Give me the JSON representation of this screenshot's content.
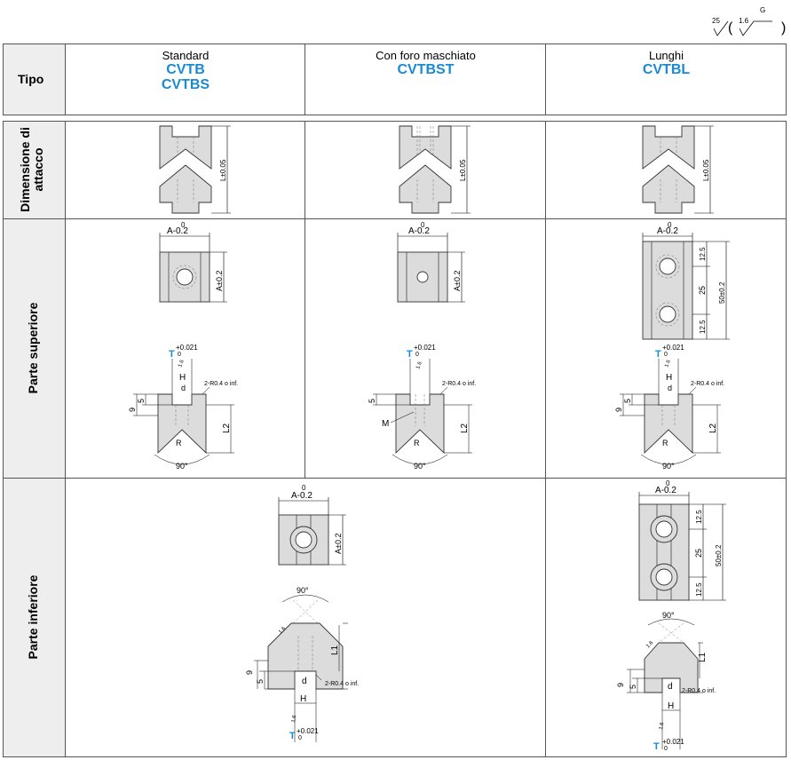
{
  "roughness": {
    "main": "25",
    "secondary": "1.6",
    "process_mark": "G"
  },
  "header": {
    "row_label": "Tipo",
    "columns": [
      {
        "subtitle": "Standard",
        "codes": [
          "CVTB",
          "CVTBS"
        ]
      },
      {
        "subtitle": "Con foro maschiato",
        "codes": [
          "CVTBST"
        ]
      },
      {
        "subtitle": "Lunghi",
        "codes": [
          "CVTBL"
        ]
      }
    ]
  },
  "rows": {
    "attach": {
      "label_line1": "Dimensione di",
      "label_line2": "attacco"
    },
    "upper": {
      "label": "Parte superiore"
    },
    "lower": {
      "label": "Parte inferiore"
    }
  },
  "dims": {
    "a_top": "A-0.2",
    "a_top_sup": "0",
    "a_side": "A±0.2",
    "l_tol": "L±0.05",
    "l2": "L2",
    "l1": "L1",
    "h": "H",
    "d": "d",
    "m": "M",
    "r": "R",
    "t_letter": "T",
    "t_tol_plus": "+0.021",
    "t_tol_zero": "0",
    "fillet": "2-R0.4 o inf.",
    "dim_9": "9",
    "dim_5": "5",
    "dim_125a": "12.5",
    "dim_25": "25",
    "dim_125b": "12.5",
    "dim_50": "50±0.2",
    "angle": "90°",
    "rough_small": "1.6"
  },
  "colors": {
    "accent": "#1a8ad4",
    "grid": "#555555",
    "part_fill": "#dcdcdc"
  }
}
